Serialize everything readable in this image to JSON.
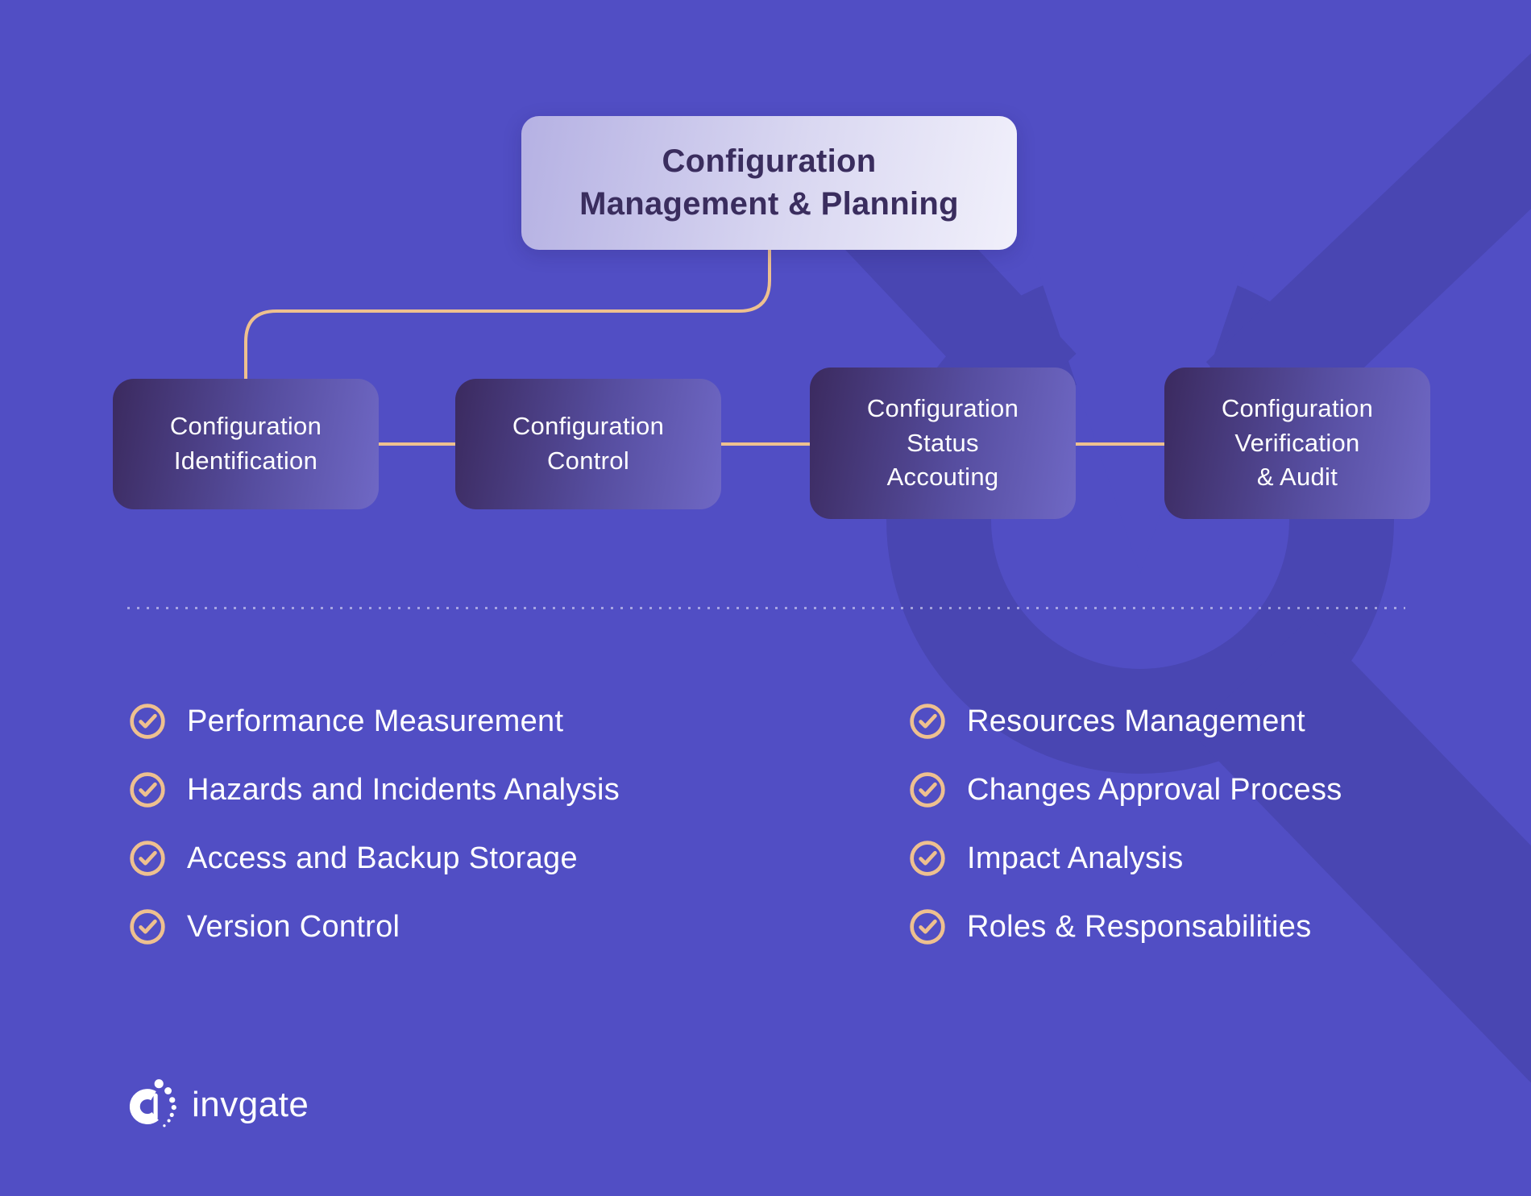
{
  "palette": {
    "background": "#514ec4",
    "watermark": "#4946b2",
    "connector_line": "#eec08f",
    "check_icon": "#eec08f",
    "stage_box_gradient_start": "#3b2a5f",
    "stage_box_gradient_end": "#6f68c5",
    "root_box_gradient_start": "#b5b1e3",
    "root_box_gradient_end": "#f1f0fb",
    "root_text": "#3a2d5e",
    "stage_text": "#ffffff"
  },
  "root_node": {
    "label": "Configuration\nManagement & Planning"
  },
  "stages": [
    {
      "label": "Configuration\nIdentification"
    },
    {
      "label": "Configuration\nControl"
    },
    {
      "label": "Configuration\nStatus\nAccouting"
    },
    {
      "label": "Configuration\nVerification\n& Audit"
    }
  ],
  "checklist": {
    "left": [
      "Performance Measurement",
      "Hazards and Incidents Analysis",
      "Access and Backup Storage",
      "Version Control"
    ],
    "right": [
      "Resources Management",
      "Changes Approval Process",
      "Impact Analysis",
      "Roles & Responsabilities"
    ]
  },
  "footer": {
    "brand": "invgate"
  }
}
